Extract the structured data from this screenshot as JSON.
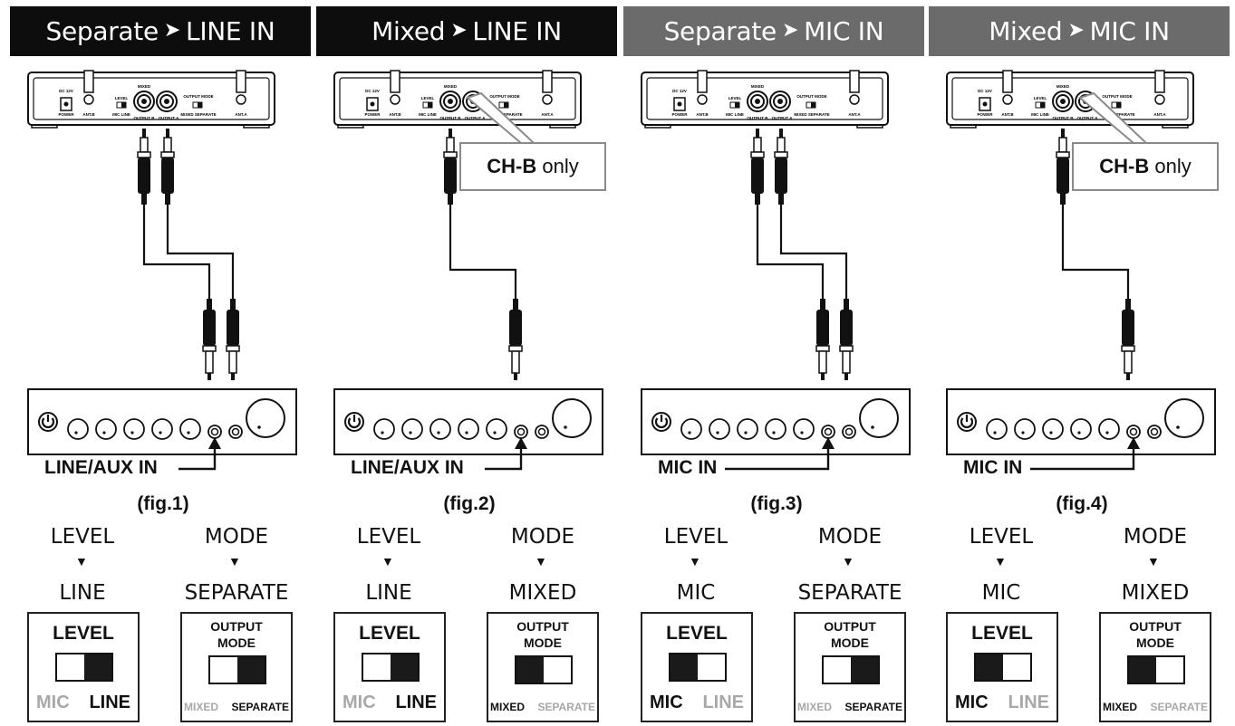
{
  "panels": [
    {
      "id": "fig1",
      "header": {
        "left": "Separate",
        "right": "LINE IN",
        "style": "dark"
      },
      "plugs": 2,
      "callout": "",
      "input_label": "LINE/AUX IN",
      "fig_label": "(fig.1)",
      "level": {
        "heading": "LEVEL",
        "value": "LINE",
        "box_title": "LEVEL",
        "opt_a": "MIC",
        "opt_b": "LINE",
        "selected": "b"
      },
      "mode": {
        "heading": "MODE",
        "value": "SEPARATE",
        "box_title_1": "OUTPUT",
        "box_title_2": "MODE",
        "opt_a": "MIXED",
        "opt_b": "SEPARATE",
        "selected": "b"
      }
    },
    {
      "id": "fig2",
      "header": {
        "left": "Mixed",
        "right": "LINE IN",
        "style": "dark"
      },
      "plugs": 1,
      "callout": {
        "bold": "CH-B",
        "rest": " only"
      },
      "input_label": "LINE/AUX IN",
      "fig_label": "(fig.2)",
      "level": {
        "heading": "LEVEL",
        "value": "LINE",
        "box_title": "LEVEL",
        "opt_a": "MIC",
        "opt_b": "LINE",
        "selected": "b"
      },
      "mode": {
        "heading": "MODE",
        "value": "MIXED",
        "box_title_1": "OUTPUT",
        "box_title_2": "MODE",
        "opt_a": "MIXED",
        "opt_b": "SEPARATE",
        "selected": "a"
      }
    },
    {
      "id": "fig3",
      "header": {
        "left": "Separate",
        "right": "MIC IN",
        "style": "gray"
      },
      "plugs": 2,
      "callout": "",
      "input_label": "MIC IN",
      "fig_label": "(fig.3)",
      "level": {
        "heading": "LEVEL",
        "value": "MIC",
        "box_title": "LEVEL",
        "opt_a": "MIC",
        "opt_b": "LINE",
        "selected": "a"
      },
      "mode": {
        "heading": "MODE",
        "value": "SEPARATE",
        "box_title_1": "OUTPUT",
        "box_title_2": "MODE",
        "opt_a": "MIXED",
        "opt_b": "SEPARATE",
        "selected": "b"
      }
    },
    {
      "id": "fig4",
      "header": {
        "left": "Mixed",
        "right": "MIC IN",
        "style": "gray"
      },
      "plugs": 1,
      "callout": {
        "bold": "CH-B",
        "rest": " only"
      },
      "input_label": "MIC IN",
      "fig_label": "(fig.4)",
      "level": {
        "heading": "LEVEL",
        "value": "MIC",
        "box_title": "LEVEL",
        "opt_a": "MIC",
        "opt_b": "LINE",
        "selected": "a"
      },
      "mode": {
        "heading": "MODE",
        "value": "MIXED",
        "box_title_1": "OUTPUT",
        "box_title_2": "MODE",
        "opt_a": "MIXED",
        "opt_b": "SEPARATE",
        "selected": "a"
      }
    }
  ],
  "receiver_labels": {
    "dc": "DC 12V",
    "power": "POWER",
    "ant_b": "ANT.B",
    "ant_a": "ANT.A",
    "level": "LEVEL",
    "mic_line": "MIC LINE",
    "mixed": "MIXED",
    "output_b": "OUTPUT B",
    "output_a": "OUTPUT A",
    "output_mode": "OUTPUT MODE",
    "mixed_separate": "MIXED SEPARATE"
  },
  "arrow_glyph": "➤",
  "level_arrow_glyph": "▼",
  "colors": {
    "header_dark": "#0d0d0d",
    "header_gray": "#6b6b6b",
    "inactive_text": "#a8a8a8"
  }
}
